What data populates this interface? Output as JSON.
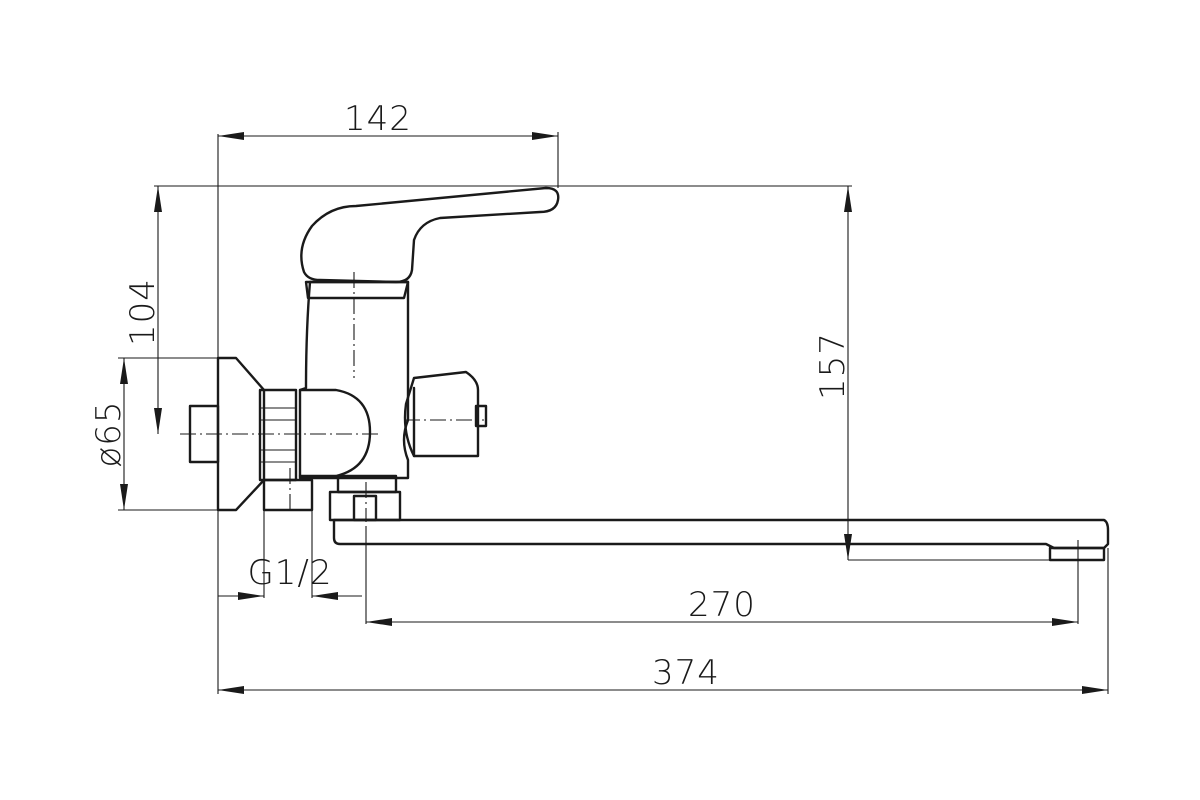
{
  "dimensions": {
    "handle_reach": "142",
    "wall_to_outlet_height": "104",
    "flange_diameter": "ø65",
    "total_height": "157",
    "thread_size": "G1/2",
    "spout_reach": "270",
    "overall_length": "374"
  },
  "colors": {
    "line": "#1a1a1a",
    "background": "#ffffff"
  }
}
